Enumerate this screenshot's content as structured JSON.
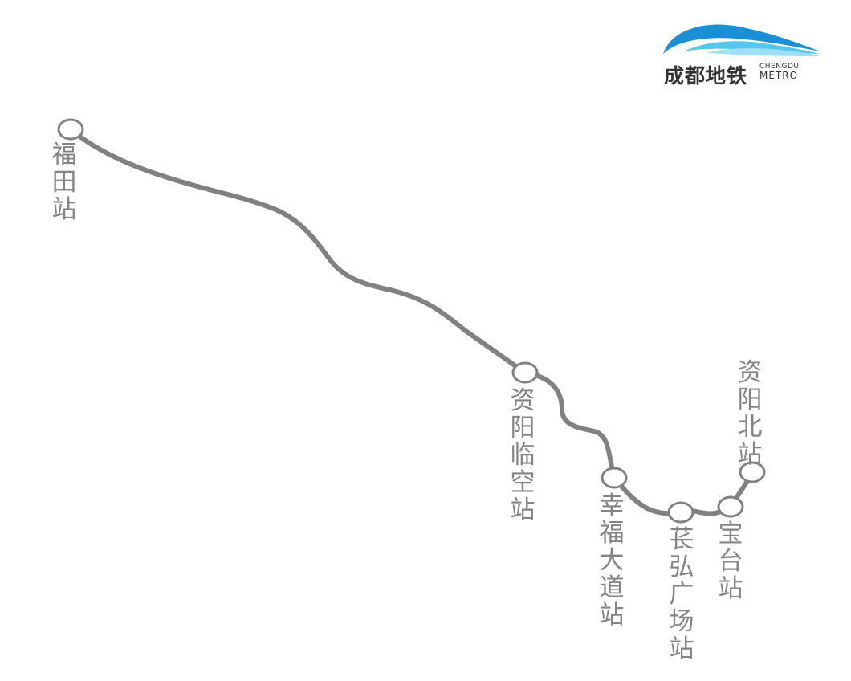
{
  "logo": {
    "name_cn": "成都地铁",
    "name_en_top": "CHENGDU",
    "name_en_bottom": "METRO"
  },
  "line": {
    "color": "#818181",
    "station_fill": "#ffffff"
  },
  "stations": [
    {
      "id": "futian",
      "name": "福田站"
    },
    {
      "id": "ziyang-linkong",
      "name": "资阳临空站"
    },
    {
      "id": "xingfu-dadao",
      "name": "幸福大道站"
    },
    {
      "id": "changhong-guangchang",
      "name": "苌弘广场站"
    },
    {
      "id": "baotai",
      "name": "宝台站"
    },
    {
      "id": "ziyang-north",
      "name": "资阳北站"
    }
  ]
}
